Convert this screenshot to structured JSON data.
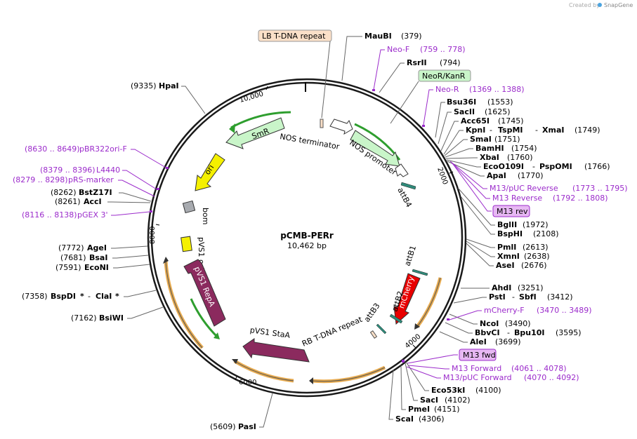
{
  "watermark": {
    "prefix": "Created by",
    "brand": "SnapGene"
  },
  "plasmid": {
    "name": "pCMB-PERr",
    "size": "10,462 bp"
  },
  "ticks": [
    "10,000",
    "2000",
    "4000",
    "6000",
    "8000"
  ],
  "features": {
    "smr": "SmR",
    "ori": "ori",
    "bom": "bom",
    "pvs1_oriv": "pVS1 oriV",
    "pvs1_repa": "pVS1 RepA",
    "pvs1_staa": "pVS1 StaA",
    "nos_terminator": "NOS terminator",
    "nos_promoter": "NOS promoter",
    "attb4": "attB4",
    "attb1": "attB1",
    "attb2": "attB2",
    "attb3": "attB3",
    "mcherry": "mCherry",
    "rb_repeat": "RB T-DNA repeat"
  },
  "boxes": {
    "lb_repeat": "LB T-DNA repeat",
    "neor": "NeoR/KanR",
    "m13rev": "M13 rev",
    "m13fwd": "M13 fwd"
  },
  "sites_right": [
    {
      "name": "MauBI",
      "pos": "(379)"
    },
    {
      "name": "RsrII",
      "pos": "(794)"
    },
    {
      "name": "Bsu36I",
      "pos": "(1553)"
    },
    {
      "name": "SacII",
      "pos": "(1625)"
    },
    {
      "name": "Acc65I",
      "pos": "(1745)"
    },
    {
      "name": "KpnI",
      "sep": "-",
      "name2": "TspMI",
      "sep2": "-",
      "name3": "XmaI",
      "pos": "(1749)"
    },
    {
      "name": "SmaI",
      "pos": "(1751)"
    },
    {
      "name": "BamHI",
      "pos": "(1754)"
    },
    {
      "name": "XbaI",
      "pos": "(1760)"
    },
    {
      "name": "EcoO109I",
      "sep": "-",
      "name2": "PspOMI",
      "pos": "(1766)"
    },
    {
      "name": "ApaI",
      "pos": "(1770)"
    },
    {
      "name": "BglII",
      "pos": "(1972)"
    },
    {
      "name": "BspHI",
      "pos": "(2108)"
    },
    {
      "name": "PmlI",
      "pos": "(2613)"
    },
    {
      "name": "XmnI",
      "pos": "(2638)"
    },
    {
      "name": "AseI",
      "pos": "(2676)"
    },
    {
      "name": "AhdI",
      "pos": "(3251)"
    },
    {
      "name": "PstI",
      "sep": "-",
      "name2": "SbfI",
      "pos": "(3412)"
    },
    {
      "name": "NcoI",
      "pos": "(3490)"
    },
    {
      "name": "BbvCI",
      "sep": "-",
      "name2": "Bpu10I",
      "pos": "(3595)"
    },
    {
      "name": "AleI",
      "pos": "(3699)"
    },
    {
      "name": "Eco53kI",
      "pos": "(4100)"
    },
    {
      "name": "SacI",
      "pos": "(4102)"
    },
    {
      "name": "PmeI",
      "pos": "(4151)"
    },
    {
      "name": "ScaI",
      "pos": "(4306)"
    }
  ],
  "sites_left": [
    {
      "name": "HpaI",
      "pos": "(9335)"
    },
    {
      "name": "BstZ17I",
      "pos": "(8262)"
    },
    {
      "name": "AccI",
      "pos": "(8261)"
    },
    {
      "name": "AgeI",
      "pos": "(7772)"
    },
    {
      "name": "BsaI",
      "pos": "(7681)"
    },
    {
      "name": "EcoNI",
      "pos": "(7591)"
    },
    {
      "name": "BspDI",
      "mark": "*",
      "sep": "-",
      "name2": "ClaI",
      "mark2": "*",
      "pos": "(7358)"
    },
    {
      "name": "BsiWI",
      "pos": "(7162)"
    },
    {
      "name": "PasI",
      "pos": "(5609)"
    }
  ],
  "primers": [
    {
      "name": "Neo-F",
      "range": "(759 .. 778)"
    },
    {
      "name": "Neo-R",
      "range": "(1369 .. 1388)"
    },
    {
      "name": "M13/pUC Reverse",
      "range": "(1773 .. 1795)"
    },
    {
      "name": "M13 Reverse",
      "range": "(1792 .. 1808)"
    },
    {
      "name": "mCherry-F",
      "range": "(3470 .. 3489)"
    },
    {
      "name": "M13 Forward",
      "range": "(4061 .. 4078)"
    },
    {
      "name": "M13/pUC Forward",
      "range": "(4070 .. 4092)"
    },
    {
      "name": "pBR322ori-F",
      "range": "(8630 .. 8649)"
    },
    {
      "name": "L4440",
      "range": "(8379 .. 8396)"
    },
    {
      "name": "pRS-marker",
      "range": "(8279 .. 8298)"
    },
    {
      "name": "pGEX 3'",
      "range": "(8116 .. 8138)"
    }
  ],
  "colors": {
    "backbone": "#1a1a1a",
    "primer": "#9b2bcb",
    "marker": "#c9f5c9",
    "yellow": "#f5f000",
    "repa": "#8b2a5e",
    "mcherry": "#e80000",
    "orange_arc": "#e6a23c",
    "green_arc": "#2e9e2e",
    "lb_box": "#fbe0c8",
    "m13_box": "#e7b8f3"
  }
}
